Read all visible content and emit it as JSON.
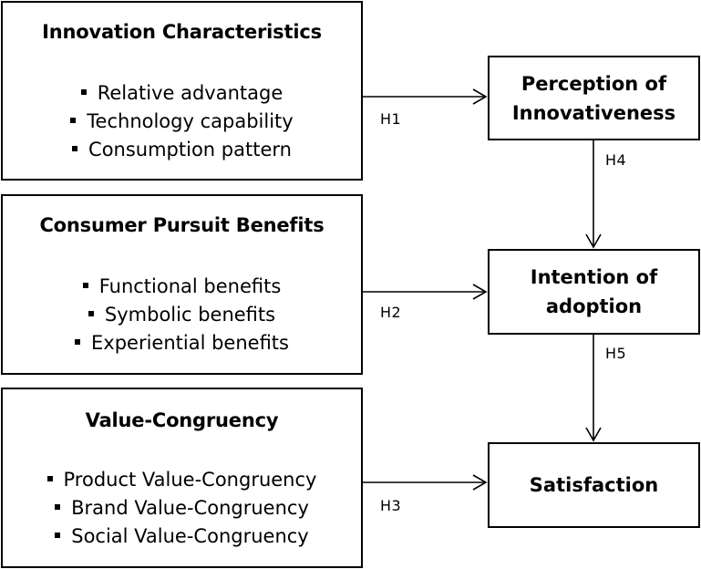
{
  "boxes": {
    "innovation": {
      "title": "Innovation Characteristics",
      "items": [
        "Relative advantage",
        "Technology capability",
        "Consumption pattern"
      ]
    },
    "pursuit": {
      "title": "Consumer Pursuit Benefits",
      "items": [
        "Functional benefits",
        "Symbolic benefits",
        "Experiential benefits"
      ]
    },
    "congruency": {
      "title": "Value-Congruency",
      "items": [
        "Product Value-Congruency",
        "Brand Value-Congruency",
        "Social Value-Congruency"
      ]
    },
    "perception": {
      "lines": [
        "Perception of",
        "Innovativeness"
      ]
    },
    "intention": {
      "lines": [
        "Intention of",
        "adoption"
      ]
    },
    "satisfaction": {
      "lines": [
        "Satisfaction"
      ]
    }
  },
  "hypotheses": {
    "h1": "H1",
    "h2": "H2",
    "h3": "H3",
    "h4": "H4",
    "h5": "H5"
  }
}
